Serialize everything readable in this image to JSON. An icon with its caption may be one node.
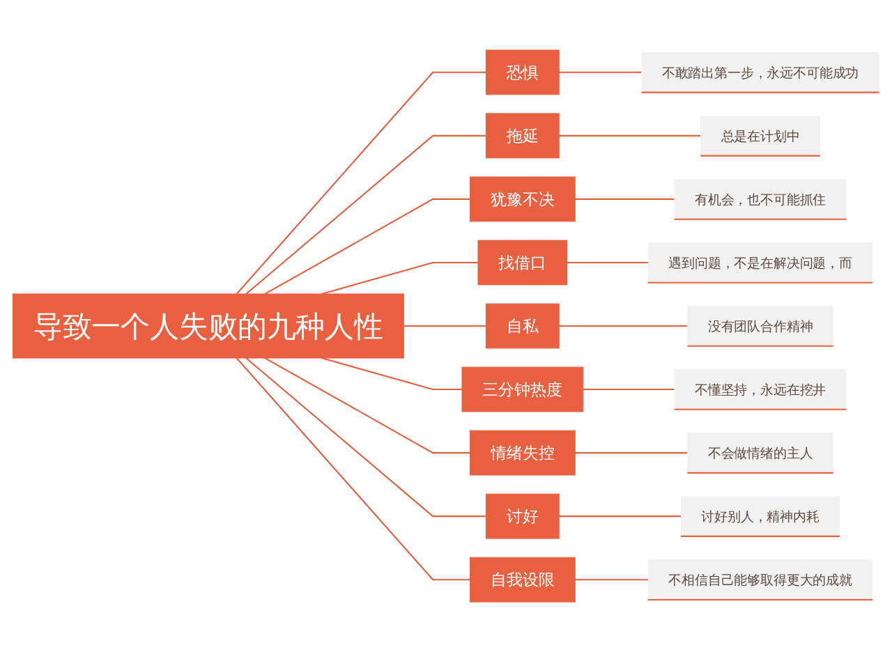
{
  "diagram": {
    "nodes": [
      {
        "text": [
          "导致一个人失败的九种人性"
        ]
      },
      {
        "text": [
          "恐惧"
        ]
      },
      {
        "text": [
          "不敢踏出第一步，永远不可能成功"
        ]
      },
      {
        "text": [
          "拖延"
        ]
      },
      {
        "text": [
          "总是在计划中"
        ]
      },
      {
        "text": [
          "犹豫不决"
        ]
      },
      {
        "text": [
          "有机会，也不可能抓住"
        ]
      },
      {
        "text": [
          "找借口"
        ]
      },
      {
        "text": [
          "遇到问题，不是在解决问题，而"
        ]
      },
      {
        "text": [
          "自私"
        ]
      },
      {
        "text": [
          "没有团队合作精神"
        ]
      },
      {
        "text": [
          "三分钟热度"
        ]
      },
      {
        "text": [
          "不懂坚持，永远在挖井"
        ]
      },
      {
        "text": [
          "情绪失控"
        ]
      },
      {
        "text": [
          "不会做情绪的主人"
        ]
      },
      {
        "text": [
          "讨好"
        ]
      },
      {
        "text": [
          "讨好别人，精神内耗"
        ]
      },
      {
        "text": [
          "自我设限"
        ]
      },
      {
        "text": [
          "不相信自己能够取得更大的成就"
        ]
      }
    ],
    "edges": [
      {
        "from": 0,
        "to": 1,
        "arrow": "none"
      },
      {
        "from": 1,
        "to": 2,
        "arrow": "none"
      },
      {
        "from": 0,
        "to": 3,
        "arrow": "none"
      },
      {
        "from": 3,
        "to": 4,
        "arrow": "none"
      },
      {
        "from": 0,
        "to": 5,
        "arrow": "none"
      },
      {
        "from": 5,
        "to": 6,
        "arrow": "none"
      },
      {
        "from": 0,
        "to": 7,
        "arrow": "none"
      },
      {
        "from": 7,
        "to": 8,
        "arrow": "none"
      },
      {
        "from": 0,
        "to": 9,
        "arrow": "none"
      },
      {
        "from": 9,
        "to": 10,
        "arrow": "none"
      },
      {
        "from": 0,
        "to": 11,
        "arrow": "none"
      },
      {
        "from": 11,
        "to": 12,
        "arrow": "none"
      },
      {
        "from": 0,
        "to": 13,
        "arrow": "none"
      },
      {
        "from": 13,
        "to": 14,
        "arrow": "none"
      },
      {
        "from": 0,
        "to": 15,
        "arrow": "none"
      },
      {
        "from": 15,
        "to": 16,
        "arrow": "none"
      },
      {
        "from": 0,
        "to": 17,
        "arrow": "none"
      },
      {
        "from": 17,
        "to": 18,
        "arrow": "none"
      }
    ]
  }
}
